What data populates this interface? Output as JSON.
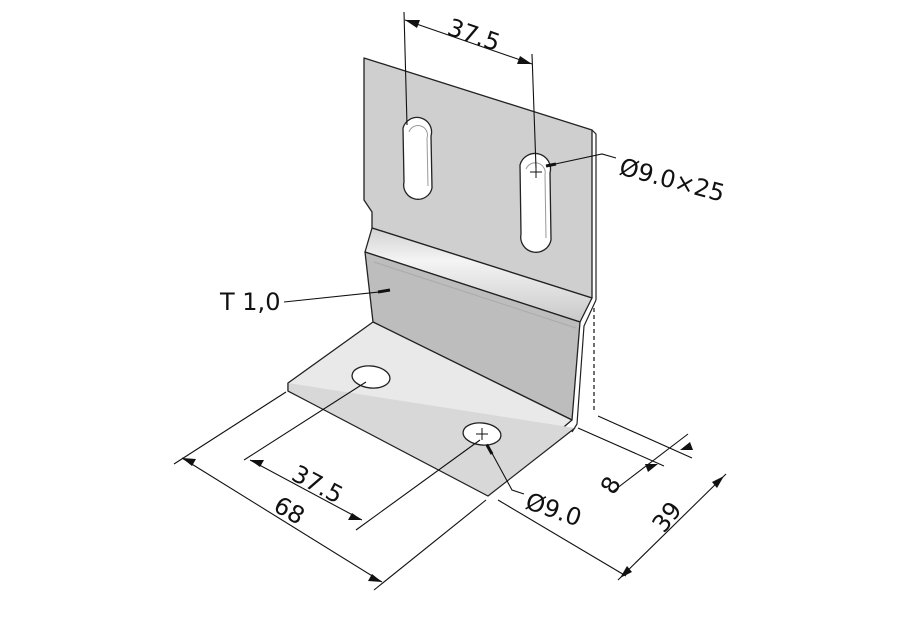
{
  "dimensions": {
    "slot_spacing": "37.5",
    "slot_size": "Ø9.0×25",
    "thickness": "T 1,0",
    "hole_spacing": "37.5",
    "length": "68",
    "hole_diameter": "Ø9.0",
    "offset": "8",
    "depth": "39"
  },
  "colors": {
    "face_light": "#e9e9e9",
    "face_mid": "#cfcfcf",
    "face_dark": "#bdbdbd",
    "hole": "#ffffff",
    "line": "#111111"
  }
}
